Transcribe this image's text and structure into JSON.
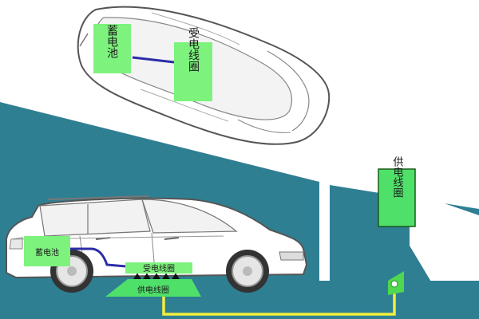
{
  "labels": {
    "top_battery": "蓄电池",
    "top_receiver_coil": "受电线圈",
    "bottom_battery": "蓄电池",
    "bottom_receiver_coil": "受电线圈",
    "bottom_supply_coil": "供电线圈",
    "wall_supply_coil": "供电线圈"
  },
  "colors": {
    "ground_teal": "#2f7f93",
    "label_green": "#7df27d",
    "supply_green": "#4fe06a",
    "cable_yellow": "#f4ee3c",
    "connector_green": "#4fd84f",
    "wire_blue": "#2c2ca8",
    "car_outline": "#555555"
  }
}
